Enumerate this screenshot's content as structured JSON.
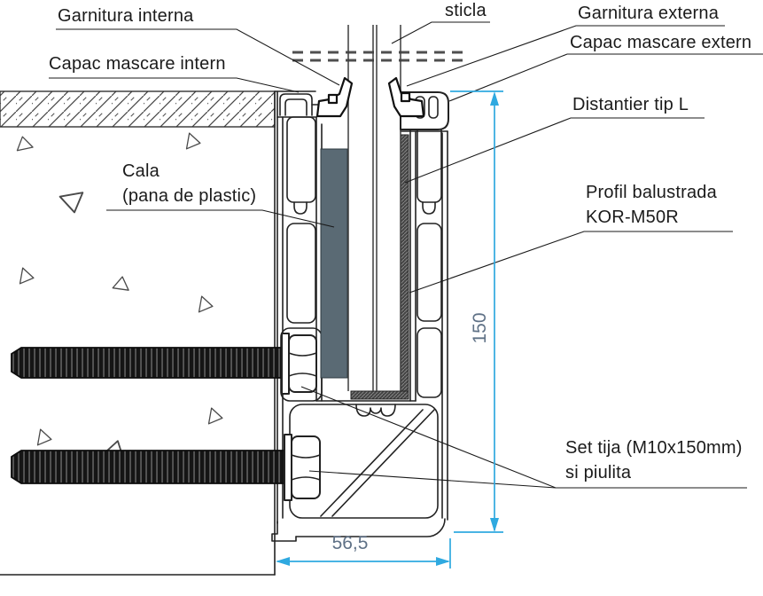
{
  "labels": {
    "garnitura_interna": "Garnitura interna",
    "capac_mascare_intern": "Capac mascare intern",
    "sticla": "sticla",
    "garnitura_externa": "Garnitura externa",
    "capac_mascare_extern": "Capac mascare extern",
    "distantier_tip_l": "Distantier tip L",
    "cala_line1": "Cala",
    "cala_line2": "(pana de plastic)",
    "profil_line1": "Profil balustrada",
    "profil_line2": "KOR-M50R",
    "set_tija_line1": "Set tija (M10x150mm)",
    "set_tija_line2": "si piulita"
  },
  "dimensions": {
    "height_mm": "150",
    "width_mm": "56,5"
  },
  "colors": {
    "dimension_line": "#2fa9e0",
    "dimension_text": "#5f7186",
    "line": "#222222",
    "cala_fill": "#5a6a74"
  }
}
